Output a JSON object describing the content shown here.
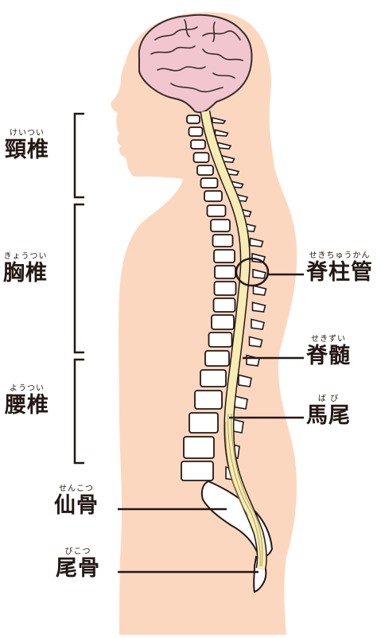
{
  "labels": {
    "cervical": {
      "ruby": "けいつい",
      "text": "頸椎"
    },
    "thoracic": {
      "ruby": "きょうつい",
      "text": "胸椎"
    },
    "lumbar": {
      "ruby": "ようつい",
      "text": "腰椎"
    },
    "spinal_canal": {
      "ruby": "せきちゅうかん",
      "text": "脊柱管"
    },
    "spinal_cord": {
      "ruby": "せきずい",
      "text": "脊髄"
    },
    "cauda_equina": {
      "ruby": "ば び",
      "text": "馬尾"
    },
    "sacrum": {
      "ruby": "せんこつ",
      "text": "仙骨"
    },
    "coccyx": {
      "ruby": "びこつ",
      "text": "尾骨"
    }
  },
  "colors": {
    "skin": "#fcd7bf",
    "brain": "#f1c6cf",
    "brain_outline": "#3a2a2a",
    "spinal_cord": "#f6ecb4",
    "bone": "#ffffff",
    "line": "#231815"
  }
}
